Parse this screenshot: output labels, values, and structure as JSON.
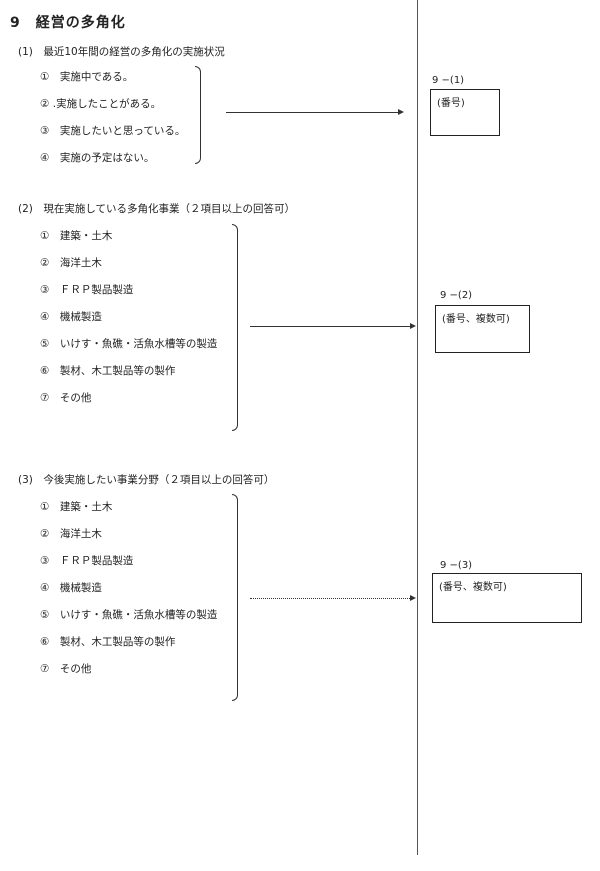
{
  "section": {
    "title": "9　経営の多角化"
  },
  "q1": {
    "label": "(1)　最近10年間の経営の多角化の実施状況",
    "options": [
      "①　実施中である。",
      "② .実施したことがある。",
      "③　実施したいと思っている。",
      "④　実施の予定はない。"
    ],
    "code": "9 −(1)",
    "box_label": "(番号)"
  },
  "q2": {
    "label": "(2)　現在実施している多角化事業（２項目以上の回答可）",
    "options": [
      "①　建築・土木",
      "②　海洋土木",
      "③　ＦＲＰ製品製造",
      "④　機械製造",
      "⑤　いけす・魚礁・活魚水槽等の製造",
      "⑥　製材、木工製品等の製作",
      "⑦　その他"
    ],
    "code": "9 −(2)",
    "box_label": "(番号、複数可)"
  },
  "q3": {
    "label": "(3)　今後実施したい事業分野（２項目以上の回答可）",
    "options": [
      "①　建築・土木",
      "②　海洋土木",
      "③　ＦＲＰ製品製造",
      "④　機械製造",
      "⑤　いけす・魚礁・活魚水槽等の製造",
      "⑥　製材、木工製品等の製作",
      "⑦　その他"
    ],
    "code": "9 −(3)",
    "box_label": "(番号、複数可)"
  }
}
